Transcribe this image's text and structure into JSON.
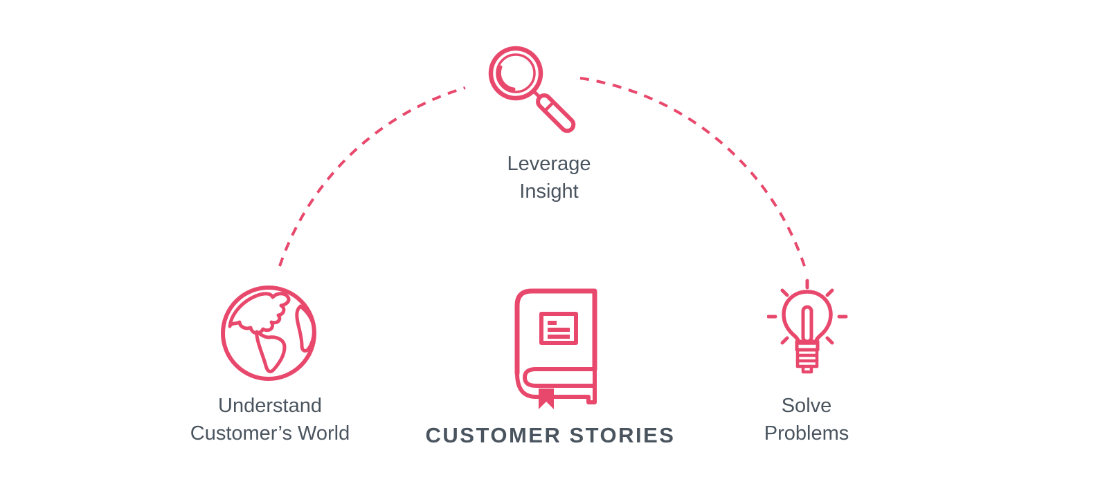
{
  "diagram": {
    "type": "cycle-infographic",
    "accent_color": "#E8486C",
    "text_color": "#4A545E",
    "background_color": "#FFFFFF",
    "center": {
      "label": "CUSTOMER STORIES",
      "icon": "book-icon"
    },
    "nodes": {
      "top": {
        "line1": "Leverage",
        "line2": "Insight",
        "icon": "magnifier-icon"
      },
      "left": {
        "line1": "Understand",
        "line2": "Customer’s World",
        "icon": "globe-icon"
      },
      "right": {
        "line1": "Solve",
        "line2": "Problems",
        "icon": "lightbulb-icon"
      }
    },
    "connectors": {
      "style": "dashed-arc",
      "count": 2
    }
  }
}
